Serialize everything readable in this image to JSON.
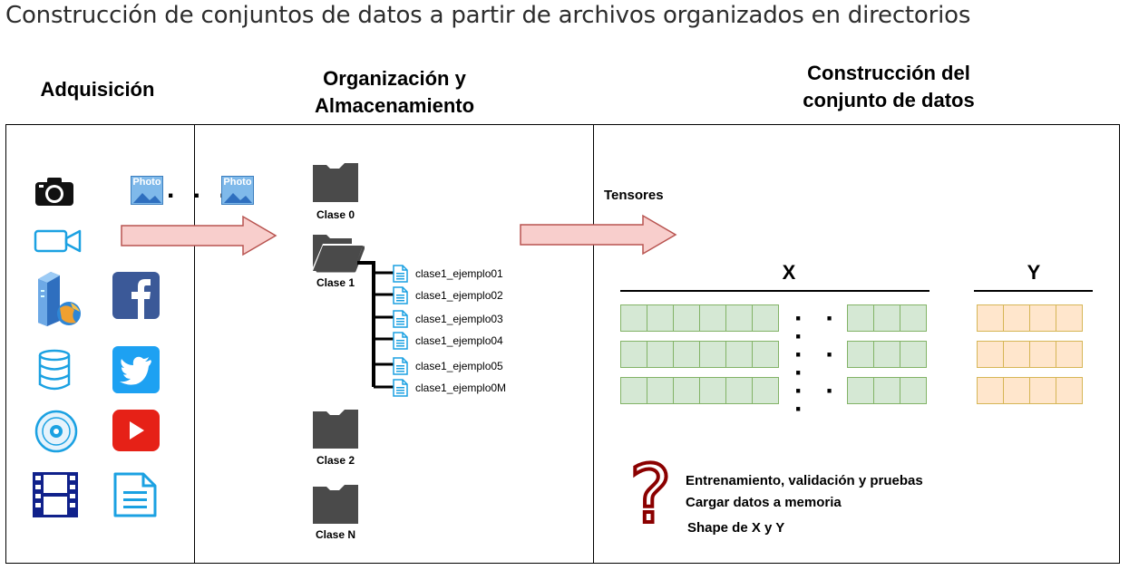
{
  "title": "Construcción de conjuntos de datos a partir de archivos organizados en directorios",
  "sections": {
    "acquisition": "Adquisición",
    "organization_line1": "Organización y",
    "organization_line2": "Almacenamiento",
    "construction_line1": "Construcción del",
    "construction_line2": "conjunto de datos"
  },
  "photo_label": "Photo",
  "ellipsis": ". . .",
  "folders": {
    "clase0": "Clase 0",
    "clase1": "Clase 1",
    "clase2": "Clase 2",
    "claseN": "Clase N"
  },
  "files": [
    "clase1_ejemplo01",
    "clase1_ejemplo02",
    "clase1_ejemplo03",
    "clase1_ejemplo04",
    "clase1_ejemplo05",
    "clase1_ejemplo0M"
  ],
  "tensors_label": "Tensores",
  "x_label": "X",
  "y_label": "Y",
  "grid_dots": "· · ·",
  "notes": [
    "Entrenamiento, validación y pruebas",
    "Cargar datos a memoria",
    "Shape de X y Y"
  ],
  "question_mark": "?",
  "icons": [
    "camera-icon",
    "video-camera-icon",
    "server-icon",
    "facebook-icon",
    "database-icon",
    "twitter-icon",
    "disc-icon",
    "youtube-icon",
    "film-icon",
    "document-icon"
  ],
  "colors": {
    "arrow_fill": "#f8cecc",
    "arrow_stroke": "#b85450",
    "x_fill": "#d5e8d4",
    "x_stroke": "#82b366",
    "y_fill": "#ffe6cc",
    "y_stroke": "#d6b656",
    "question": "#8b0000",
    "folder": "#4a4a4a",
    "facebook": "#3b5998",
    "twitter": "#1da1f2",
    "youtube": "#e62117",
    "film": "#10218b"
  }
}
